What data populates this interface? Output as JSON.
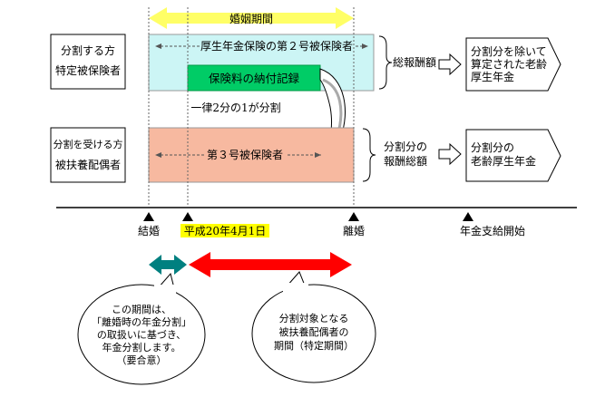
{
  "labels": {
    "marriage_period": "婚姻期間",
    "splitter_line1": "分割する方",
    "splitter_line2": "特定被保険者",
    "receiver_line1": "分割を受ける方",
    "receiver_line2": "被扶養配偶者",
    "employee_insured": "厚生年金保険の第２号被保険者",
    "premium_record": "保険料の納付記録",
    "half_split": "一律2分の1が分割",
    "type3_insured": "第３号被保険者",
    "total_remuneration": "総報酬額",
    "split_total_line1": "分割分の",
    "split_total_line2": "報酬総額",
    "result_top_line1": "分割分を除いて",
    "result_top_line2": "算定された老齢",
    "result_top_line3": "厚生年金",
    "result_bottom_line1": "分割分の",
    "result_bottom_line2": "老齢厚生年金"
  },
  "timeline": {
    "marriage": "結婚",
    "date_highlight": "平成20年4月1日",
    "divorce": "離婚",
    "pension_start": "年金支給開始"
  },
  "bubbles": {
    "left_lines": [
      "この期間は、",
      "「離婚時の年金分割」",
      "の取扱いに基づき、",
      "年金分割します。",
      "（要合意）"
    ],
    "right_lines": [
      "分割対象となる",
      "被扶養配偶者の",
      "期間（特定期間）"
    ]
  },
  "colors": {
    "marriage_band": "#ffff66",
    "band_cyan": "#ccf5f5",
    "premium_green": "#00cc66",
    "type3_salmon": "#f7b9a0",
    "date_yellow": "#ffff00",
    "teal_arrow": "#008080",
    "red_arrow": "#ff0000"
  }
}
